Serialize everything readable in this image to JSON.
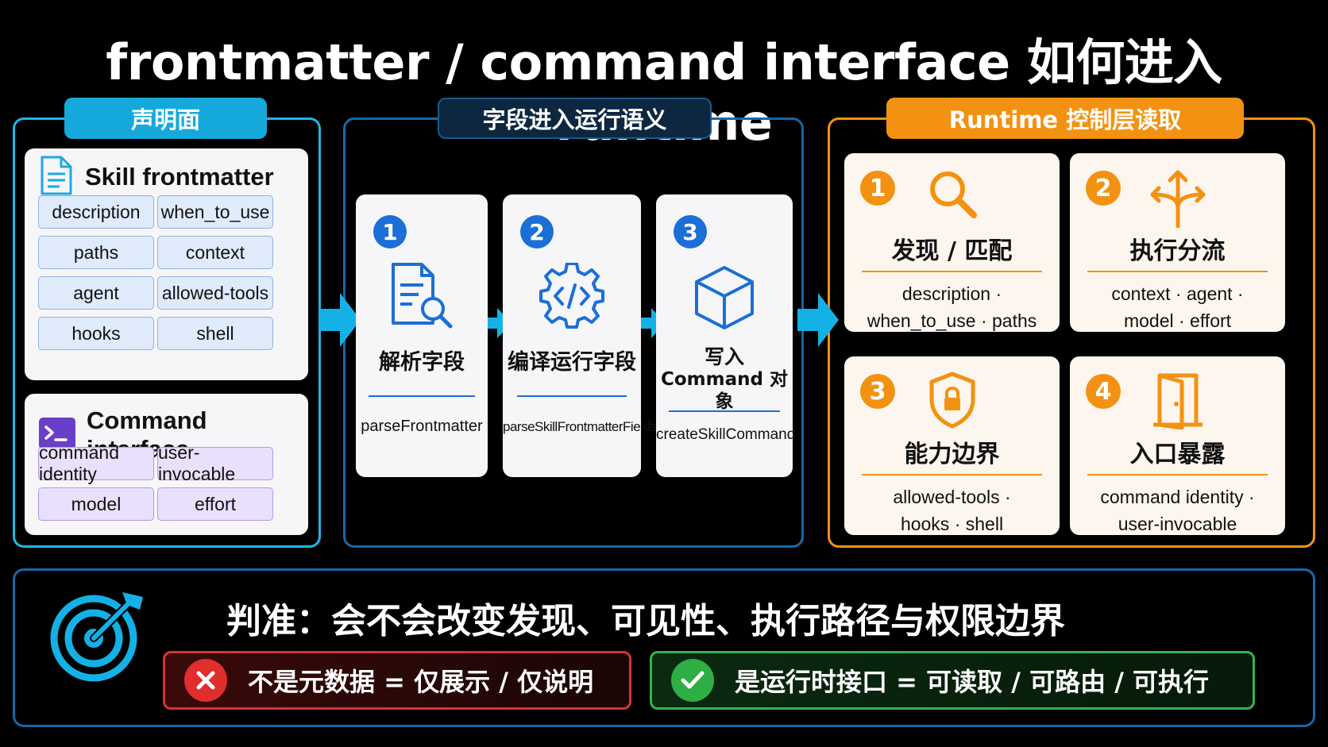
{
  "title": "frontmatter / command interface 如何进入 runtime",
  "sections": {
    "left_label": "声明面",
    "mid_label": "字段进入运行语义",
    "right_label": "Runtime 控制层读取"
  },
  "skill_card": {
    "title": "Skill frontmatter",
    "icon": "document-icon",
    "fields": [
      "description",
      "when_to_use",
      "paths",
      "context",
      "agent",
      "allowed-tools",
      "hooks",
      "shell"
    ]
  },
  "command_card": {
    "title": "Command interface",
    "icon": "terminal-icon",
    "fields": [
      "command identity",
      "user-invocable",
      "model",
      "effort"
    ]
  },
  "steps": [
    {
      "num": "1",
      "label": "解析字段",
      "func": "parseFrontmatter",
      "icon": "document-search-icon"
    },
    {
      "num": "2",
      "label": "编译运行字段",
      "func": "parseSkillFrontmatterFields",
      "icon": "code-gear-icon"
    },
    {
      "num": "3",
      "label_line1": "写入",
      "label_line2": "Command 对象",
      "func": "createSkillCommand",
      "icon": "cube-icon"
    }
  ],
  "runtime": [
    {
      "num": "1",
      "title": "发现 / 匹配",
      "line1": "description ·",
      "line2": "when_to_use · paths",
      "icon": "search-icon"
    },
    {
      "num": "2",
      "title": "执行分流",
      "line1": "context · agent ·",
      "line2": "model · effort",
      "icon": "fork-arrow-icon"
    },
    {
      "num": "3",
      "title": "能力边界",
      "line1": "allowed-tools ·",
      "line2": "hooks · shell",
      "icon": "shield-lock-icon"
    },
    {
      "num": "4",
      "title": "入口暴露",
      "line1": "command identity ·",
      "line2": "user-invocable",
      "icon": "door-icon"
    }
  ],
  "bottom": {
    "criterion": "判准：会不会改变发现、可见性、执行路径与权限边界",
    "no": "不是元数据 = 仅展示 / 仅说明",
    "yes": "是运行时接口 = 可读取 / 可路由 / 可执行",
    "target_icon": "target-icon"
  },
  "colors": {
    "cyan": "#1fb6e6",
    "blue": "#1b6fd6",
    "orange": "#f39212",
    "red": "#d63333",
    "green": "#38b24a"
  }
}
